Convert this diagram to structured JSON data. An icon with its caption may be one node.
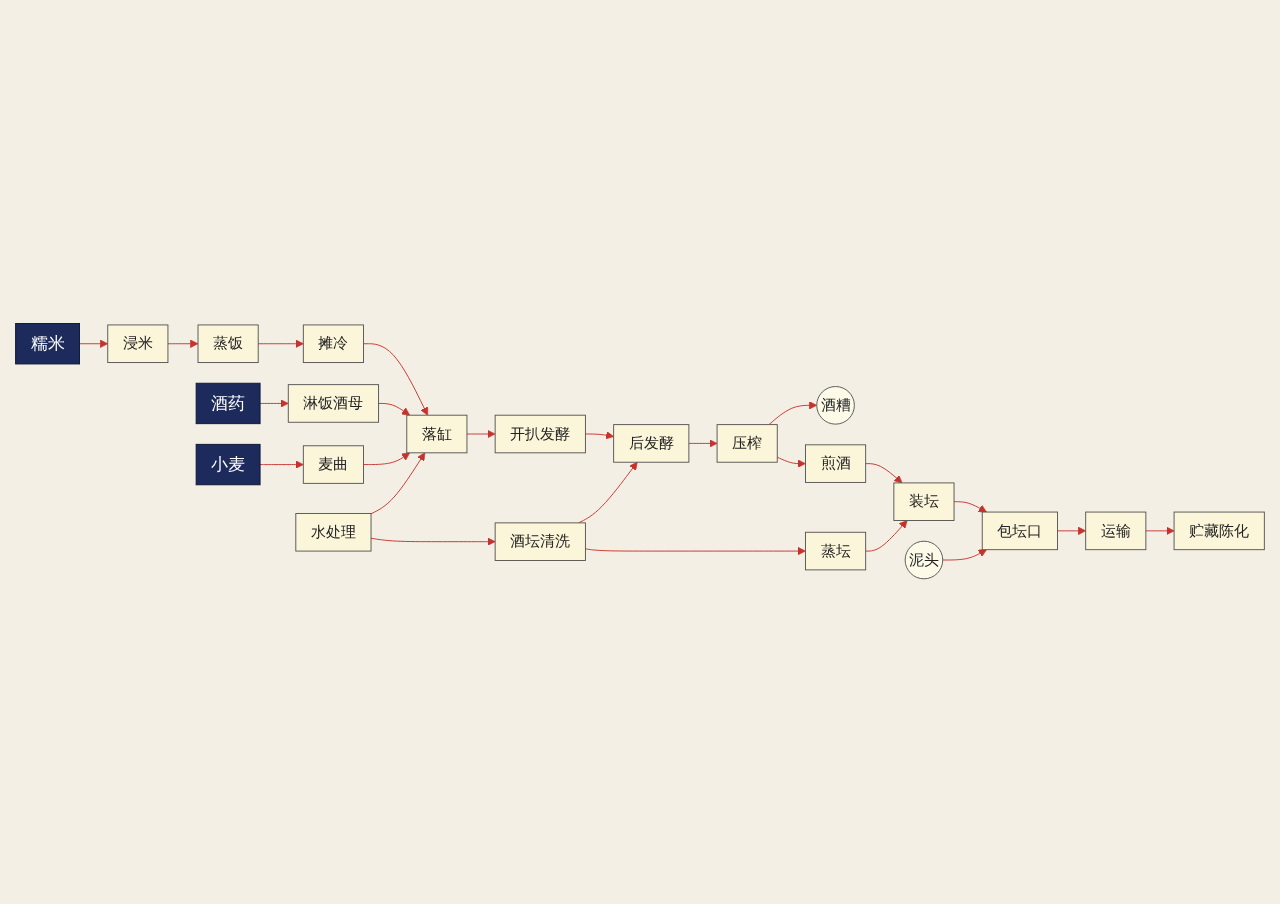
{
  "diagram": {
    "nodes": [
      {
        "text": [
          "酒药"
        ]
      },
      {
        "text": [
          "小麦"
        ]
      },
      {
        "text": [
          "糯米"
        ]
      },
      {
        "text": [
          "淋饭酒母"
        ]
      },
      {
        "text": [
          "麦曲"
        ]
      },
      {
        "text": [
          "浸米"
        ]
      },
      {
        "text": [
          "蒸饭"
        ]
      },
      {
        "text": [
          "摊冷"
        ]
      },
      {
        "text": [
          "落缸"
        ]
      },
      {
        "text": [
          "开扒发酵"
        ]
      },
      {
        "text": [
          "后发酵"
        ]
      },
      {
        "text": [
          "压榨"
        ]
      },
      {
        "text": [
          "酒糟"
        ]
      },
      {
        "text": [
          "煎酒"
        ]
      },
      {
        "text": [
          "装坛"
        ]
      },
      {
        "text": [
          "包坛口"
        ]
      },
      {
        "text": [
          "运输"
        ]
      },
      {
        "text": [
          "贮藏陈化"
        ]
      },
      {
        "text": [
          "泥头"
        ]
      },
      {
        "text": [
          "水处理"
        ]
      },
      {
        "text": [
          "酒坛清洗"
        ]
      },
      {
        "text": [
          "蒸坛"
        ]
      }
    ],
    "edges": [
      {
        "from": 0,
        "to": 3,
        "arrow": "to"
      },
      {
        "from": 1,
        "to": 4,
        "arrow": "to"
      },
      {
        "from": 2,
        "to": 5,
        "arrow": "to"
      },
      {
        "from": 5,
        "to": 6,
        "arrow": "to"
      },
      {
        "from": 6,
        "to": 7,
        "arrow": "to"
      },
      {
        "from": 7,
        "to": 8,
        "arrow": "to"
      },
      {
        "from": 3,
        "to": 8,
        "arrow": "to"
      },
      {
        "from": 4,
        "to": 8,
        "arrow": "to"
      },
      {
        "from": 8,
        "to": 9,
        "arrow": "to"
      },
      {
        "from": 9,
        "to": 10,
        "arrow": "to"
      },
      {
        "from": 10,
        "to": 11,
        "arrow": "to"
      },
      {
        "from": 11,
        "to": 12,
        "arrow": "to"
      },
      {
        "from": 11,
        "to": 13,
        "arrow": "to"
      },
      {
        "from": 13,
        "to": 14,
        "arrow": "to"
      },
      {
        "from": 14,
        "to": 15,
        "arrow": "to"
      },
      {
        "from": 15,
        "to": 16,
        "arrow": "to"
      },
      {
        "from": 16,
        "to": 17,
        "arrow": "to"
      },
      {
        "from": 18,
        "to": 15,
        "arrow": "to"
      },
      {
        "from": 19,
        "to": 8,
        "arrow": "to"
      },
      {
        "from": 19,
        "to": 20,
        "arrow": "to"
      },
      {
        "from": 20,
        "to": 10,
        "arrow": "to"
      },
      {
        "from": 20,
        "to": 21,
        "arrow": "to"
      },
      {
        "from": 21,
        "to": 14,
        "arrow": "to"
      }
    ]
  }
}
